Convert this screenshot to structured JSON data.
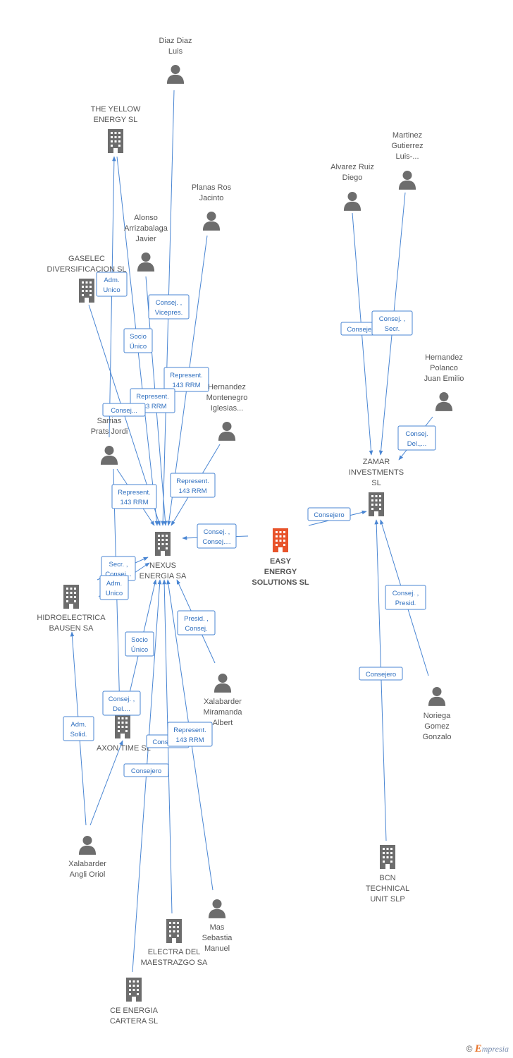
{
  "colors": {
    "edge": "#4a86d3",
    "label_text": "#2f6fbf",
    "node_gray": "#6d6d6d",
    "focus": "#e8542b",
    "text": "#555555"
  },
  "footer": {
    "copyright": "©",
    "brand_first": "E",
    "brand_rest": "mpresia"
  },
  "nodes": [
    {
      "id": "diaz",
      "type": "person",
      "label": [
        "Diaz Diaz",
        "Luis"
      ]
    },
    {
      "id": "yellow",
      "type": "company",
      "label": [
        "THE YELLOW",
        "ENERGY SL"
      ]
    },
    {
      "id": "planas",
      "type": "person",
      "label": [
        "Planas Ros",
        "Jacinto"
      ]
    },
    {
      "id": "alonso",
      "type": "person",
      "label": [
        "Alonso",
        "Arrizabalaga",
        "Javier"
      ]
    },
    {
      "id": "gaselec",
      "type": "company",
      "label": [
        "GASELEC",
        "DIVERSIFICACION SL"
      ]
    },
    {
      "id": "hernandezm",
      "type": "person",
      "label": [
        "Hernandez",
        "Montenegro",
        "Iglesias..."
      ]
    },
    {
      "id": "sarrias",
      "type": "person",
      "label": [
        "Sarrias",
        "Prats Jordi"
      ]
    },
    {
      "id": "nexus",
      "type": "company",
      "label": [
        "NEXUS",
        "ENERGIA SA"
      ]
    },
    {
      "id": "easy",
      "type": "focus",
      "label": [
        "EASY",
        "ENERGY",
        "SOLUTIONS SL"
      ]
    },
    {
      "id": "hidro",
      "type": "company",
      "label": [
        "HIDROELECTRICA",
        "BAUSEN SA"
      ]
    },
    {
      "id": "xalmir",
      "type": "person",
      "label": [
        "Xalabarder",
        "Miramanda",
        "Albert"
      ]
    },
    {
      "id": "axon",
      "type": "company",
      "label": [
        "AXON TIME SL"
      ]
    },
    {
      "id": "xalangli",
      "type": "person",
      "label": [
        "Xalabarder",
        "Angli Oriol"
      ]
    },
    {
      "id": "mas",
      "type": "person",
      "label": [
        "Mas",
        "Sebastia",
        "Manuel"
      ]
    },
    {
      "id": "electra",
      "type": "company",
      "label": [
        "ELECTRA DEL",
        "MAESTRAZGO SA"
      ]
    },
    {
      "id": "ce",
      "type": "company",
      "label": [
        "CE ENERGIA",
        "CARTERA SL"
      ]
    },
    {
      "id": "martinez",
      "type": "person",
      "label": [
        "Martinez",
        "Gutierrez",
        "Luis-..."
      ]
    },
    {
      "id": "alvarez",
      "type": "person",
      "label": [
        "Alvarez Ruiz",
        "Diego"
      ]
    },
    {
      "id": "hpolanco",
      "type": "person",
      "label": [
        "Hernandez",
        "Polanco",
        "Juan Emilio"
      ]
    },
    {
      "id": "zamar",
      "type": "company",
      "label": [
        "ZAMAR",
        "INVESTMENTS",
        "SL"
      ]
    },
    {
      "id": "noriega",
      "type": "person",
      "label": [
        "Noriega",
        "Gomez",
        "Gonzalo"
      ]
    },
    {
      "id": "bcn",
      "type": "company",
      "label": [
        "BCN",
        "TECHNICAL",
        "UNIT SLP"
      ]
    }
  ],
  "edges": [
    {
      "id": "e-diaz-nexus",
      "label": [
        "Consej. ,",
        "Vicepres."
      ]
    },
    {
      "id": "e-planas-nexus",
      "label": [
        "Represent.",
        "143 RRM"
      ]
    },
    {
      "id": "e-alonso-nexus",
      "label": [
        "Represent.",
        "143 RRM"
      ]
    },
    {
      "id": "e-yellow-nexus",
      "label": [
        "Socio",
        "Único"
      ]
    },
    {
      "id": "e-gaselec-nexus",
      "label": [
        "Adm.",
        "Unico"
      ]
    },
    {
      "id": "e-sarrias-yellow",
      "label": [
        "Consej..."
      ]
    },
    {
      "id": "e-hernandezm-nexus",
      "label": [
        "Represent.",
        "143 RRM"
      ]
    },
    {
      "id": "e-sarrias-nexus",
      "label": [
        "Represent.",
        "143 RRM"
      ]
    },
    {
      "id": "e-easy-nexus",
      "label": [
        "Consej. ,",
        "Consej...."
      ]
    },
    {
      "id": "e-easy-zamar",
      "label": [
        "Consejero"
      ]
    },
    {
      "id": "e-hidro-nexus-secr",
      "label": [
        "Secr. ,",
        "Consej..."
      ]
    },
    {
      "id": "e-hidro-nexus-adm",
      "label": [
        "Adm.",
        "Unico"
      ]
    },
    {
      "id": "e-xalmir-nexus",
      "label": [
        "Presid. ,",
        "Consej."
      ]
    },
    {
      "id": "e-axon-nexus",
      "label": [
        "Socio",
        "Único"
      ]
    },
    {
      "id": "e-sarrias-axon",
      "label": [
        "Consej. ,",
        "Del...."
      ]
    },
    {
      "id": "e-xalangli-hidro",
      "label": [
        "Adm.",
        "Solid."
      ]
    },
    {
      "id": "e-electra-nexus",
      "label": [
        "Consejero"
      ]
    },
    {
      "id": "e-mas-nexus",
      "label": [
        "Represent.",
        "143 RRM"
      ]
    },
    {
      "id": "e-ce-nexus",
      "label": [
        "Consejero"
      ]
    },
    {
      "id": "e-alvarez-zamar",
      "label": [
        "Consejero"
      ]
    },
    {
      "id": "e-martinez-zamar",
      "label": [
        "Consej. ,",
        "Secr."
      ]
    },
    {
      "id": "e-hpolanco-zamar",
      "label": [
        "Consej.",
        "Del.,..."
      ]
    },
    {
      "id": "e-noriega-zamar",
      "label": [
        "Consej. ,",
        "Presid."
      ]
    },
    {
      "id": "e-bcn-zamar",
      "label": [
        "Consejero"
      ]
    }
  ]
}
